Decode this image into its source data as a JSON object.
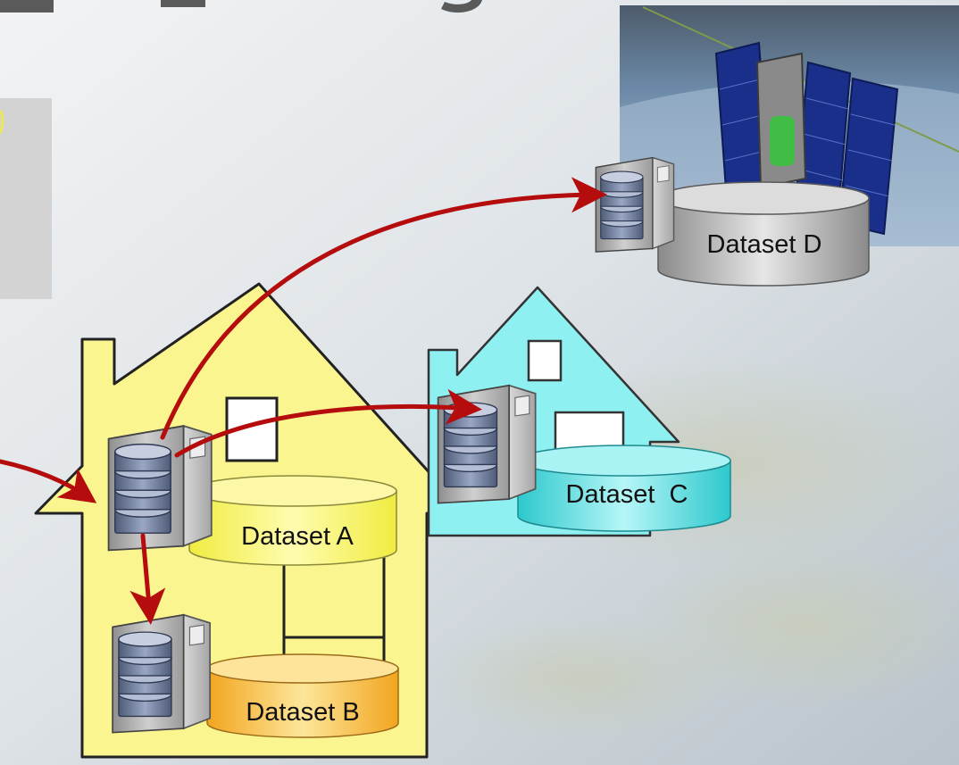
{
  "datasets": {
    "a": {
      "label": "Dataset A"
    },
    "b": {
      "label": "Dataset B"
    },
    "c": {
      "label": "Dataset  C"
    },
    "d": {
      "label": "Dataset D"
    }
  },
  "colors": {
    "house_main": "#fbf590",
    "house_secondary": "#8ff0f2",
    "cylinder_yellow": "#f6f36a",
    "cylinder_orange": "#f7b733",
    "cylinder_cyan": "#3fd3d8",
    "cylinder_gray": "#a3a3a3",
    "arrow": "#b50d0d",
    "side_panel": "#d3d3d3"
  },
  "icons": [
    "server-icon",
    "database-icon",
    "satellite-image",
    "house-icon"
  ]
}
